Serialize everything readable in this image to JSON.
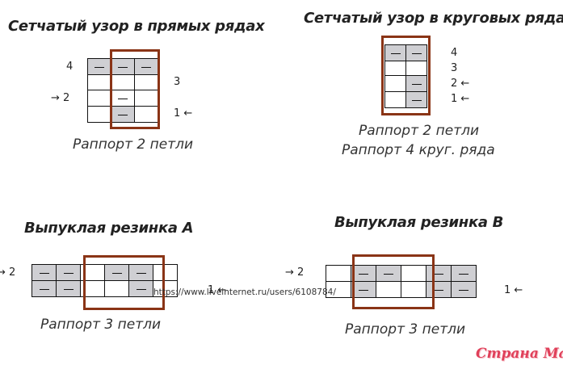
{
  "colors": {
    "frame": "#8a3416",
    "gray_cell": "#cfcfd3",
    "text": "#222222",
    "watermark": "#e0405a"
  },
  "panels": {
    "straight": {
      "title": "Сетчатый узор в прямых рядах",
      "caption": "Раппорт 2 петли",
      "labels": {
        "r4": "4",
        "r3": "3",
        "r2": "→ 2",
        "r1": "1 ←"
      }
    },
    "circular": {
      "title": "Сетчатый узор в круговых рядах",
      "caption_line1": "Раппорт 2 петли",
      "caption_line2": "Раппорт 4 круг. ряда",
      "labels": {
        "r4": "4",
        "r3": "3",
        "r2": "2 ←",
        "r1": "1 ←"
      }
    },
    "ribA": {
      "title": "Выпуклая резинка А",
      "caption": "Раппорт 3 петли",
      "labels": {
        "r2": "→ 2",
        "r1": "1 ←"
      }
    },
    "ribB": {
      "title": "Выпуклая резинка В",
      "caption": "Раппорт 3 петли",
      "labels": {
        "r2": "→ 2",
        "r1": "1 ←"
      }
    }
  },
  "url": "https://www.liveinternet.ru/users/6108784/",
  "watermark": "Страна Мам"
}
